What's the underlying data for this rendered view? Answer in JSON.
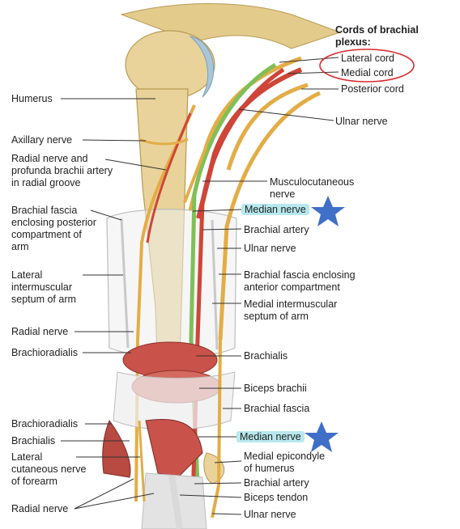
{
  "header": {
    "title": "Cords of brachial\nplexus:"
  },
  "labels_right": {
    "lateral_cord": "Lateral cord",
    "medial_cord": "Medial cord",
    "posterior_cord": "Posterior cord",
    "ulnar_nerve_top": "Ulnar nerve",
    "musculocutaneous": "Musculocutaneous\nnerve",
    "median_nerve_upper": "Median nerve",
    "brachial_artery_upper": "Brachial artery",
    "ulnar_nerve_mid": "Ulnar nerve",
    "brachial_fascia_anterior": "Brachial fascia enclosing\nanterior compartment",
    "medial_intermuscular": "Medial intermuscular\nseptum of arm",
    "brachialis_right": "Brachialis",
    "biceps_brachii": "Biceps brachii",
    "brachial_fascia": "Brachial fascia",
    "median_nerve_lower": "Median nerve",
    "medial_epicondyle": "Medial epicondyle\nof humerus",
    "brachial_artery_lower": "Brachial artery",
    "biceps_tendon": "Biceps tendon",
    "ulnar_nerve_bottom": "Ulnar nerve"
  },
  "labels_left": {
    "humerus": "Humerus",
    "axillary_nerve": "Axillary nerve",
    "radial_nerve_profunda": "Radial nerve and\nprofunda brachii artery\nin radial groove",
    "brachial_fascia_posterior": "Brachial fascia\nenclosing posterior\ncompartment of\narm",
    "lateral_intermuscular": "Lateral\nintermuscular\nseptum of arm",
    "radial_nerve_mid": "Radial nerve",
    "brachioradialis_mid": "Brachioradialis",
    "brachioradialis_low": "Brachioradialis",
    "brachialis_left": "Brachialis",
    "lateral_cutaneous": "Lateral\ncutaneous nerve\nof forearm",
    "radial_nerve_bottom": "Radial nerve"
  },
  "annotation_colors": {
    "circle": "#d9272e",
    "star": "#3f6fc7",
    "highlight": "#b7e8ee"
  },
  "structure_colors": {
    "bone": "#e9d39a",
    "nerve": "#e3ad46",
    "median_nerve": "#7fbf58",
    "artery": "#cf4538",
    "muscle": "#c9524a",
    "fascia": "#e6e6e6"
  }
}
